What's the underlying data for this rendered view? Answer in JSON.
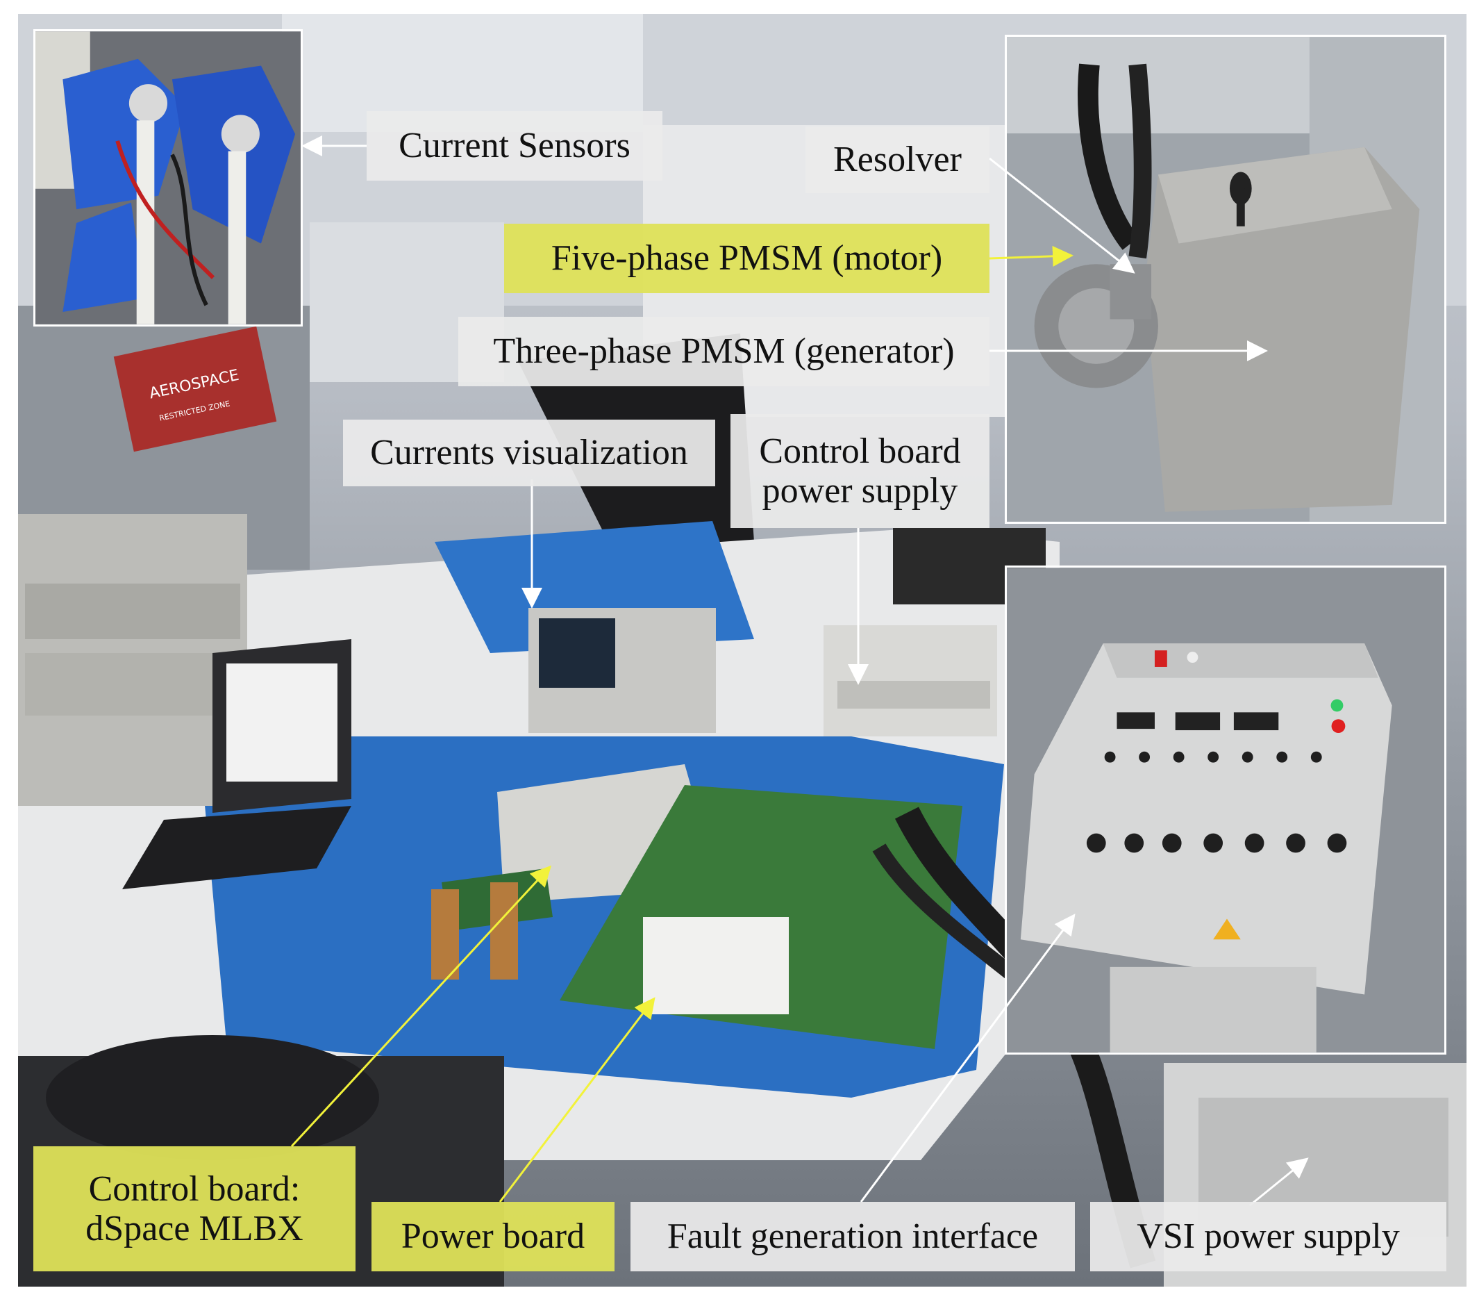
{
  "labels": {
    "current_sensors": "Current Sensors",
    "resolver": "Resolver",
    "five_phase": "Five-phase PMSM (motor)",
    "three_phase": "Three-phase PMSM (generator)",
    "currents_visualization": "Currents visualization",
    "control_board_power_line1": "Control board",
    "control_board_power_line2": "power supply",
    "control_board_line1": "Control board:",
    "control_board_line2": "dSpace MLBX",
    "power_board": "Power board",
    "fault_interface": "Fault generation interface",
    "vsi_power_supply": "VSI power supply"
  },
  "photo_signs": {
    "aerospace": "AEROSPACE",
    "restricted": "RESTRICTED ZONE"
  },
  "colors": {
    "label_white": "#ebebeb",
    "label_yellow": "#dee258",
    "arrow_white": "#ffffff",
    "arrow_yellow": "#f2f23a",
    "desk_blue": "#2b6fc2",
    "sign_red": "#a8302d"
  }
}
